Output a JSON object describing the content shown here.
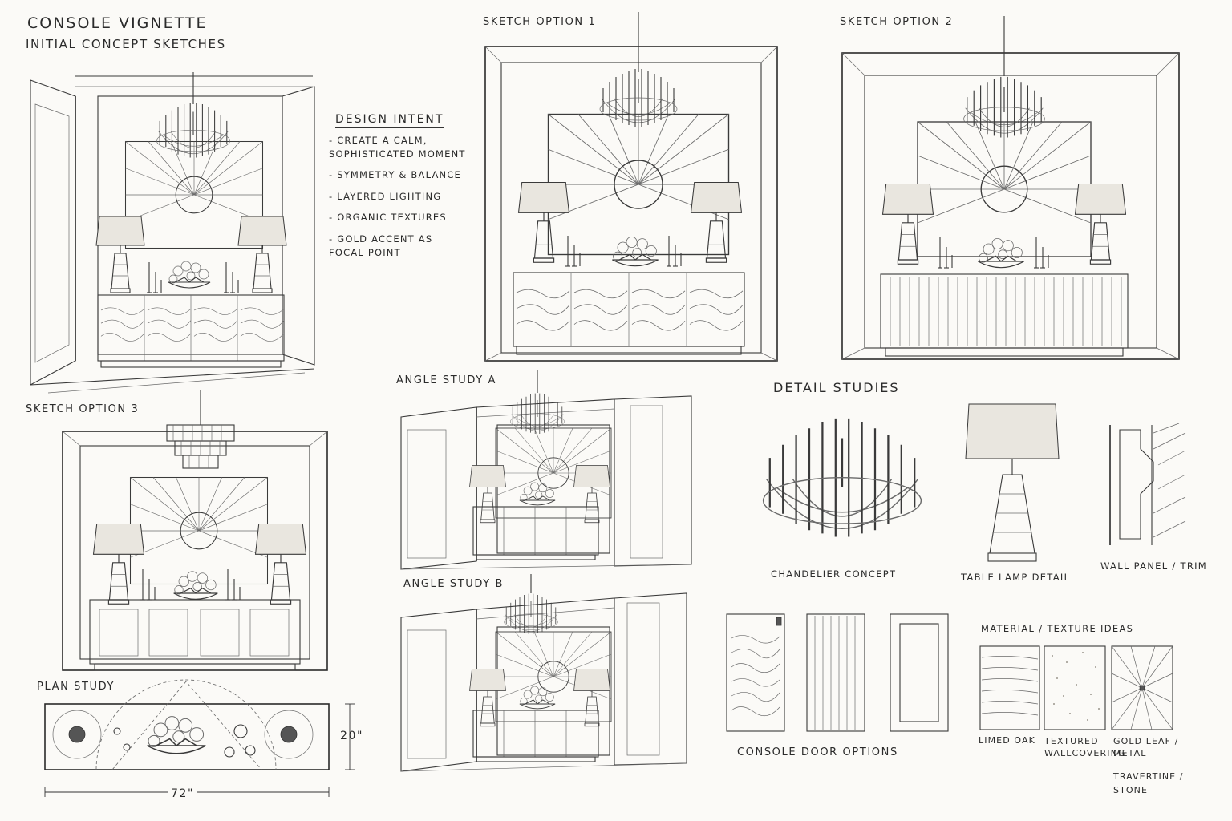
{
  "header": {
    "title": "CONSOLE VIGNETTE",
    "subtitle": "INITIAL CONCEPT SKETCHES"
  },
  "design_intent": {
    "heading": "DESIGN INTENT",
    "items": [
      "- CREATE A CALM, SOPHISTICATED MOMENT",
      "- SYMMETRY & BALANCE",
      "- LAYERED LIGHTING",
      "- ORGANIC TEXTURES",
      "- GOLD ACCENT AS FOCAL POINT"
    ]
  },
  "sketches": {
    "option1": "SKETCH OPTION 1",
    "option2": "SKETCH OPTION 2",
    "option3": "SKETCH OPTION 3",
    "angle_a": "ANGLE STUDY A",
    "angle_b": "ANGLE STUDY B",
    "plan": "PLAN STUDY"
  },
  "plan_dimensions": {
    "depth": "20\"",
    "width": "72\""
  },
  "details": {
    "heading": "DETAIL STUDIES",
    "chandelier": "CHANDELIER CONCEPT",
    "lamp": "TABLE LAMP DETAIL",
    "trim": "WALL PANEL / TRIM"
  },
  "console_doors": {
    "label": "CONSOLE DOOR OPTIONS"
  },
  "materials": {
    "heading": "MATERIAL / TEXTURE IDEAS",
    "items": [
      "LIMED OAK",
      "TEXTURED WALLCOVERING",
      "GOLD LEAF / METAL",
      "TRAVERTINE / STONE"
    ]
  }
}
